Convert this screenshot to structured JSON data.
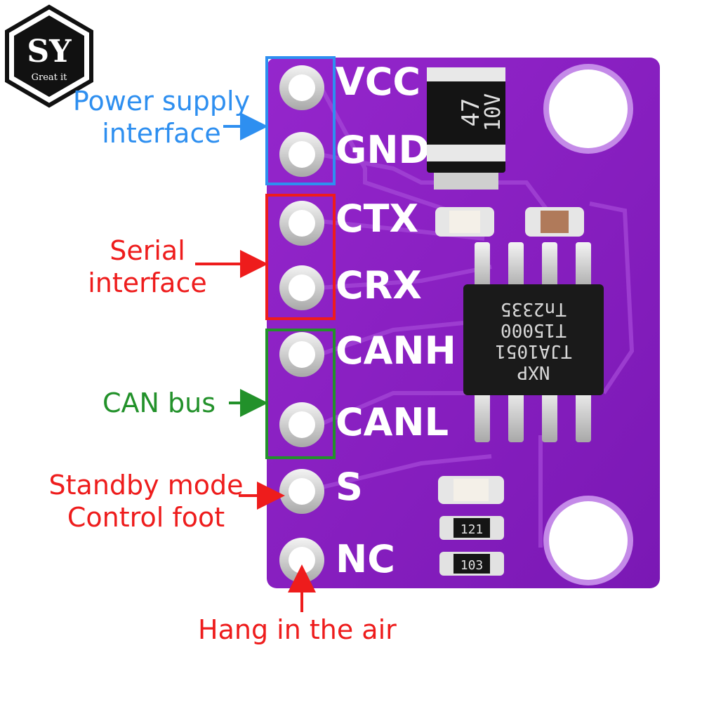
{
  "logo": {
    "letters": "SY",
    "tagline": "Great it"
  },
  "pins": [
    "VCC",
    "GND",
    "CTX",
    "CRX",
    "CANH",
    "CANL",
    "S",
    "NC"
  ],
  "chip": {
    "line1": "NXP",
    "line2": "TJA1051",
    "line3": "T15000",
    "line4": "Tn2335"
  },
  "capacitor": {
    "value": "47",
    "voltage": "10V"
  },
  "resistors": {
    "r1": "121",
    "r2": "103"
  },
  "annotations": {
    "power": {
      "line1": "Power supply",
      "line2": "interface"
    },
    "serial": {
      "line1": "Serial",
      "line2": "interface"
    },
    "can": {
      "label": "CAN bus"
    },
    "standby": {
      "line1": "Standby mode",
      "line2": "Control foot"
    },
    "nc": {
      "label": "Hang in the air"
    }
  },
  "colors": {
    "board": "#8a1fc4",
    "power": "#2e8ff0",
    "serial": "#ee1c1c",
    "can": "#22912a"
  }
}
